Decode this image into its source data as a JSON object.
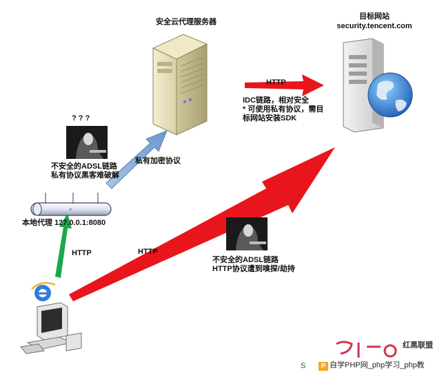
{
  "proxy_server": {
    "title": "安全云代理服务器"
  },
  "target_site": {
    "title": "目标网站",
    "host": "security.tencent.com"
  },
  "idc_link": {
    "protocol": "HTTP",
    "lines": [
      "IDC链路，相对安全",
      "* 可使用私有协议，需目",
      "标网站安装SDK"
    ]
  },
  "private_link": {
    "label": "私有加密协议"
  },
  "unknown_attacker": {
    "marks": "? ? ?",
    "lines": [
      "不安全的ADSL链路",
      "私有协议黑客难破解"
    ]
  },
  "local_proxy": {
    "label": "本地代理 127.0.0.1:8080"
  },
  "client_to_proxy": {
    "protocol": "HTTP"
  },
  "client_to_target": {
    "protocol": "HTTP"
  },
  "sniff_attacker": {
    "lines": [
      "不安全的ADSL链路",
      "HTTP协议遭到嗅探/劫持"
    ]
  },
  "watermark": {
    "brand": "红黑联盟",
    "left_char": "S",
    "caption": "自学PHP网_php学习_php教",
    "p_badge": "P"
  },
  "colors": {
    "red_arrow": "#e8161c",
    "green_arrow": "#1aa84a",
    "blue_arrow": "#7ea6d3",
    "text": "#111111"
  }
}
